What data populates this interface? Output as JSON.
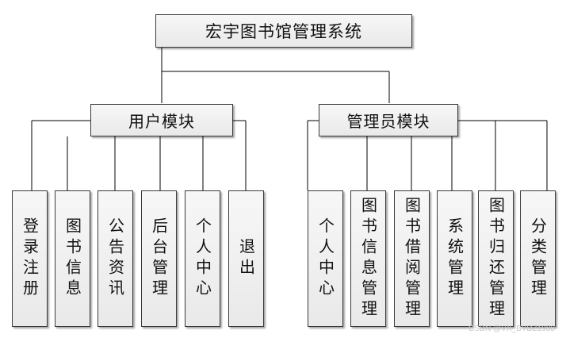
{
  "title": "宏宇图书馆管理系统",
  "modules": [
    {
      "label": "用户模块",
      "children": [
        "登录注册",
        "图书信息",
        "公告资讯",
        "后台管理",
        "个人中心",
        "退出"
      ]
    },
    {
      "label": "管理员模块",
      "children": [
        "个人中心",
        "图书信息管理",
        "图书借阅管理",
        "系统管理",
        "图书归还管理",
        "分类管理"
      ]
    }
  ],
  "watermark": "CSDN @VX_BYDZ1988"
}
